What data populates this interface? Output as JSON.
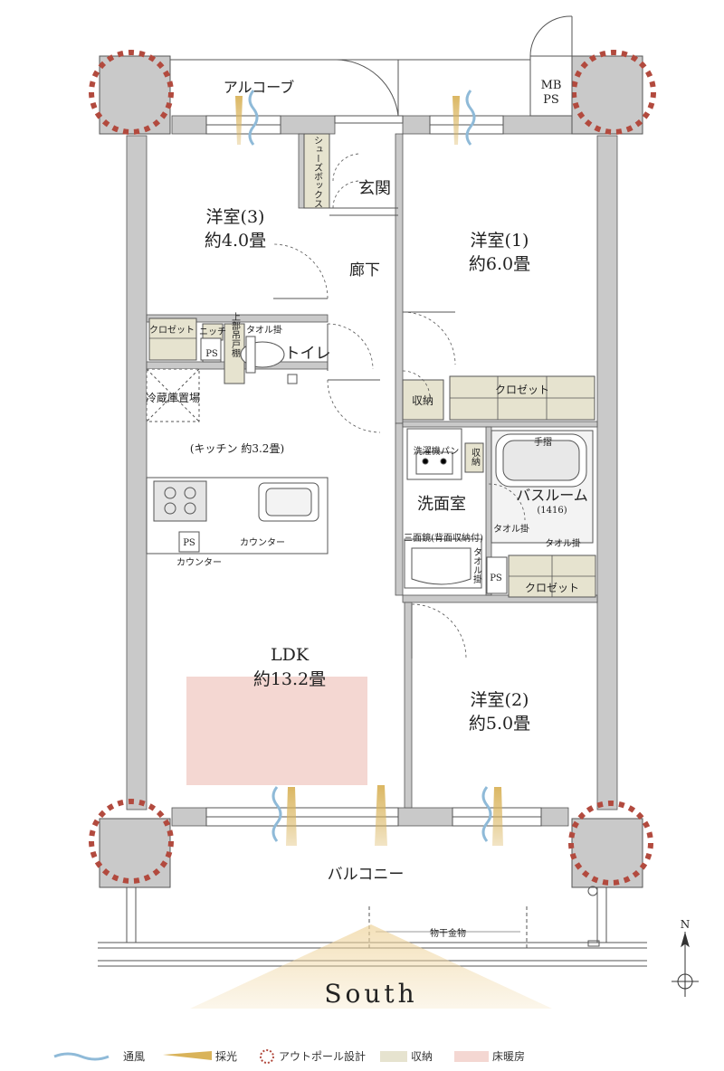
{
  "rooms": {
    "alcove": "アルコーブ",
    "mbps": "MB",
    "mbps2": "PS",
    "shoe_box": "シューズボックス",
    "entrance": "玄関",
    "western3_name": "洋室(3)",
    "western3_size": "約4.0畳",
    "western1_name": "洋室(1)",
    "western1_size": "約6.0畳",
    "corridor": "廊下",
    "closet": "クロゼット",
    "niche": "ニッチ",
    "upper_cabinet": "上部吊戸棚",
    "towel_hanger": "タオル掛",
    "ps": "PS",
    "toilet": "トイレ",
    "storage": "収納",
    "storage_v": "収納",
    "fridge": "冷蔵庫置場",
    "kitchen": "(キッチン 約3.2畳)",
    "washer_pan": "洗濯機パン",
    "washroom": "洗面室",
    "bathroom": "バスルーム",
    "bathroom_size": "(1416)",
    "handrail": "手摺",
    "towel_bar": "タオル掛",
    "mirror": "三面鏡(背面収納付)",
    "counter1": "カウンター",
    "counter2": "カウンター",
    "ldk_name": "LDK",
    "ldk_size": "約13.2畳",
    "western2_name": "洋室(2)",
    "western2_size": "約5.0畳",
    "balcony": "バルコニー",
    "drying": "物干金物"
  },
  "compass": {
    "north": "N",
    "south": "South"
  },
  "legend": [
    {
      "icon": "wave-icon",
      "label": "通風"
    },
    {
      "icon": "wedge-icon",
      "label": "採光"
    },
    {
      "icon": "dotted-circle-icon",
      "label": "アウトポール設計"
    },
    {
      "icon": "storage-swatch-icon",
      "label": "収納"
    },
    {
      "icon": "floor-heating-swatch-icon",
      "label": "床暖房"
    }
  ],
  "colors": {
    "wall": "#c9c9c9",
    "storage": "#e6e3cf",
    "floor_heating": "#f4d7d2",
    "ventilation": "#8fbad8",
    "daylight": "#d9b35a",
    "outpole": "#b24a3e",
    "south_glow": "#e9c98e"
  }
}
